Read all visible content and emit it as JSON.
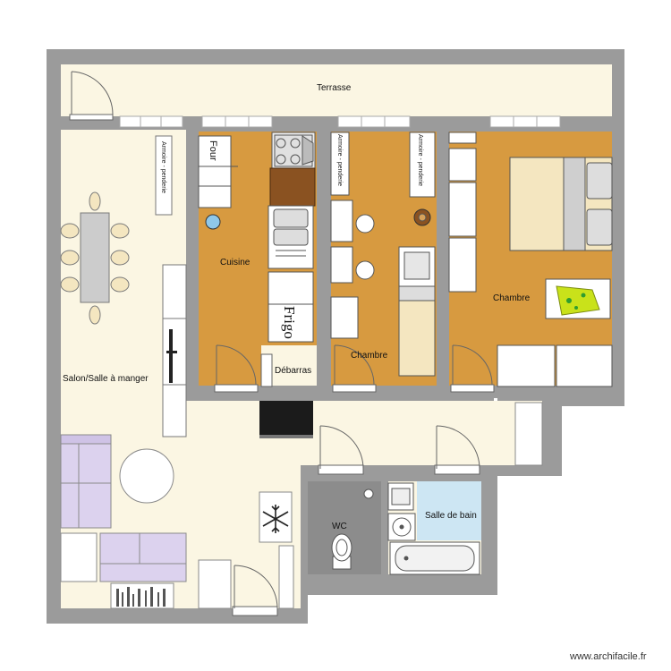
{
  "rooms": {
    "terrasse": "Terrasse",
    "cuisine": "Cuisine",
    "chambre_1": "Chambre",
    "chambre_2": "Chambre",
    "debarras": "Débarras",
    "salon": "Salon/Salle à manger",
    "wc": "WC",
    "salle_de_bain": "Salle de bain"
  },
  "fixtures": {
    "four": "Four",
    "frigo": "Frigo",
    "armoire_1": "Armoire - penderie",
    "armoire_2": "Armoire - penderie",
    "armoire_3": "Armoire - penderie"
  },
  "watermark": "www.archifacile.fr",
  "colors": {
    "wall": "#9b9b9b",
    "floor_cream": "#fbf6e3",
    "floor_wood": "#d79a40",
    "sofa": "#dcd2ee",
    "wc_floor": "#8c8c8c",
    "bath_floor": "#cde6f3",
    "bed": "#f4e6c0"
  }
}
